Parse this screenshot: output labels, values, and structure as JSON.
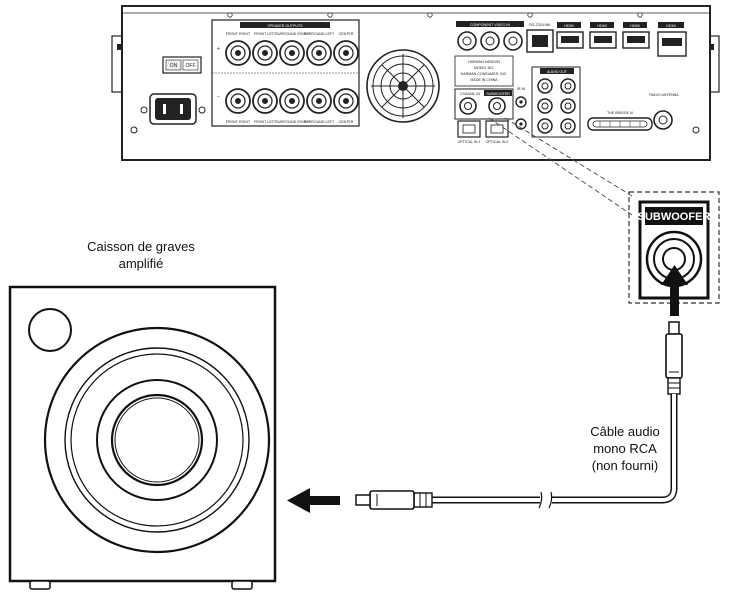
{
  "subwoofer": {
    "caption_line1": "Caisson de graves",
    "caption_line2": "amplifié"
  },
  "cable": {
    "line1": "Câble audio",
    "line2": "mono RCA",
    "line3": "(non fourni)"
  },
  "zoom": {
    "jack_label": "SUBWOOFER"
  },
  "receiver": {
    "power_switch_on": "ON",
    "power_switch_off": "OFF",
    "speaker_outputs_label": "SPEAKER OUTPUTS",
    "speaker_channels": [
      "FRONT RIGHT",
      "FRONT LEFT",
      "SURROUND RIGHT",
      "SURROUND LEFT",
      "CENTER"
    ],
    "component_video_label": "COMPONENT VIDEO IN",
    "rf_label": "RS-232/LINK",
    "hdmi_labels": [
      "HDMI",
      "HDMI",
      "HDMI",
      "HDMI"
    ],
    "audio_out_label": "AUDIO OUT",
    "coaxial_label": "COAXIAL IN",
    "subwoofer_label": "SUBWOOFER",
    "optical_labels": [
      "OPTICAL IN 1",
      "OPTICAL IN 2"
    ],
    "ir_label": "IR IN",
    "antenna_label": "RADIO ANTENNA",
    "dock_label": "THE BRIDGE III",
    "info_lines": [
      "HARMAN KARDON",
      "MODEL NO.",
      "HARMAN CONSUMER, INC.",
      "MADE IN CHINA"
    ]
  }
}
